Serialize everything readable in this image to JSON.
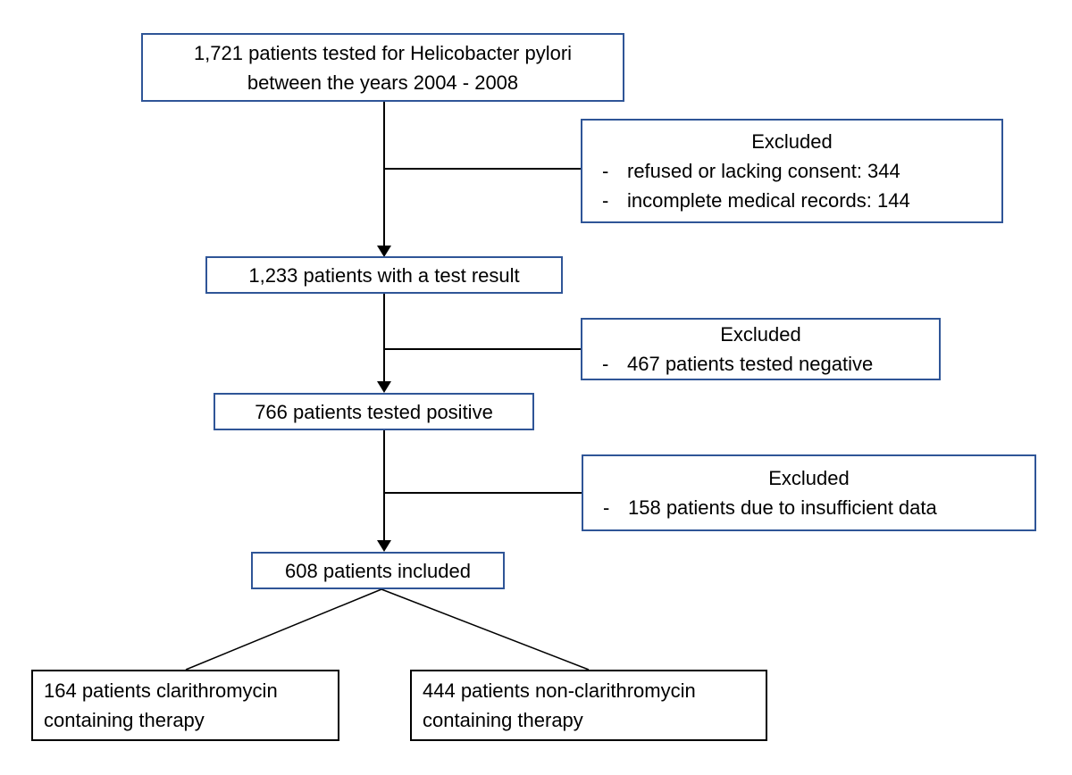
{
  "colors": {
    "box_border_blue": "#2f5597",
    "box_border_black": "#000000",
    "connector": "#000000",
    "text": "#000000",
    "background": "#ffffff"
  },
  "diagram": {
    "bullet": "-",
    "top_box": {
      "line1": "1,721 patients tested for Helicobacter pylori",
      "line2": "between the years 2004 - 2008"
    },
    "excluded_1": {
      "title": "Excluded",
      "items": [
        "refused or lacking consent: 344",
        "incomplete medical records: 144"
      ]
    },
    "test_result_box": {
      "label": "1,233 patients with a test result"
    },
    "excluded_2": {
      "title": "Excluded",
      "items": [
        "467 patients tested negative"
      ]
    },
    "positive_box": {
      "label": "766 patients tested positive"
    },
    "excluded_3": {
      "title": "Excluded",
      "items": [
        "158 patients due to insufficient data"
      ]
    },
    "included_box": {
      "label": "608 patients included"
    },
    "clarithromycin_box": {
      "line1": "164 patients clarithromycin",
      "line2": "containing therapy"
    },
    "non_clarithromycin_box": {
      "line1": "444 patients non-clarithromycin",
      "line2": "containing therapy"
    }
  }
}
